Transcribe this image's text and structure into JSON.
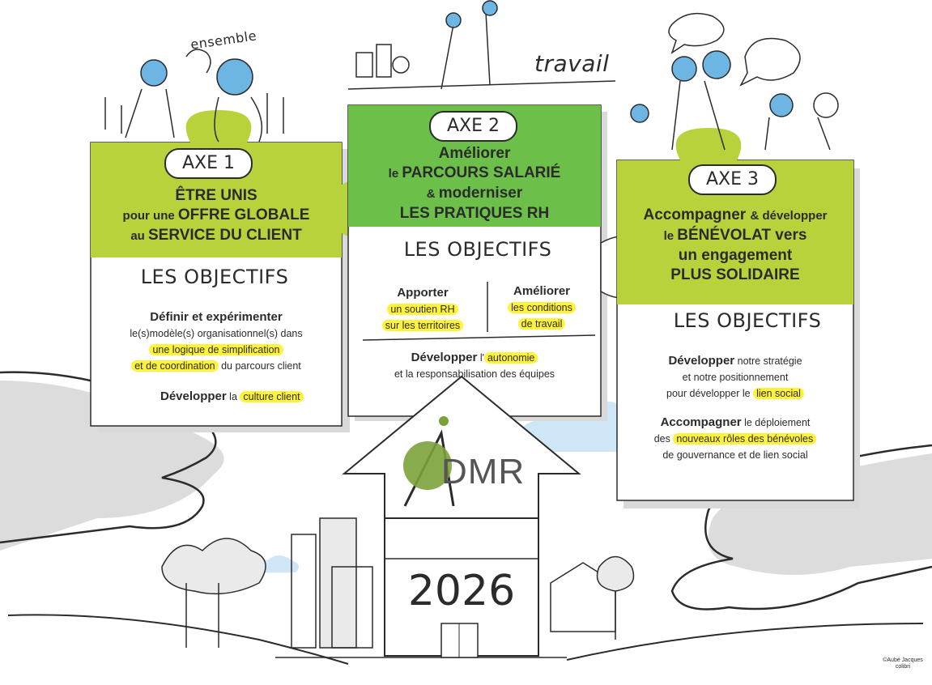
{
  "top_words": {
    "ensemble": "ensemble",
    "travail": "travail"
  },
  "axe1": {
    "label": "AXE 1",
    "title_1": "ÊTRE UNIS",
    "title_2a": "pour une ",
    "title_2b": "OFFRE GLOBALE",
    "title_3a": "au ",
    "title_3b": "SERVICE DU CLIENT",
    "objectifs": "LES OBJECTIFS",
    "obj1_lead": "Définir et expérimenter",
    "obj1_l2": "le(s)modèle(s) organisationnel(s) dans",
    "obj1_hl1": "une logique de simplification",
    "obj1_hl2": "et de coordination",
    "obj1_l4": " du parcours client",
    "obj2_lead": "Développer",
    "obj2_mid": " la ",
    "obj2_hl": "culture client"
  },
  "axe2": {
    "label": "AXE 2",
    "title_1": "Améliorer",
    "title_2a": "le ",
    "title_2b": "PARCOURS SALARIÉ",
    "title_3a": "& ",
    "title_3b": "moderniser",
    "title_4": "LES PRATIQUES RH",
    "objectifs": "LES OBJECTIFS",
    "left_lead": "Apporter",
    "left_hl1": "un soutien RH",
    "left_hl2": "sur les territoires",
    "right_lead": "Améliorer",
    "right_hl1": "les conditions",
    "right_hl2": "de travail",
    "bottom_lead": "Développer",
    "bottom_mid": " l'",
    "bottom_hl": "autonomie",
    "bottom_l2": "et la responsabilisation des équipes"
  },
  "axe3": {
    "label": "AXE 3",
    "title_1a": "Accompagner ",
    "title_1b": "& développer",
    "title_2a": "le ",
    "title_2b": "BÉNÉVOLAT",
    "title_2c": " vers",
    "title_3": "un engagement",
    "title_4": "PLUS SOLIDAIRE",
    "objectifs": "LES OBJECTIFS",
    "obj1_lead": "Développer",
    "obj1_l1": " notre stratégie",
    "obj1_l2": "et notre positionnement",
    "obj1_l3": "pour développer le ",
    "obj1_hl": "lien social",
    "obj2_lead": "Accompagner",
    "obj2_l1": " le déploiement",
    "obj2_l2a": "des ",
    "obj2_hl": "nouveaux rôles des bénévoles",
    "obj2_l3": "de gouvernance et de lien social"
  },
  "logo": {
    "text": "DMR"
  },
  "year": "2026",
  "signature": "©Aubé Jacques colibri",
  "colors": {
    "green_light": "#b8d23c",
    "green_dark": "#6cc04a",
    "highlight": "#fff23a",
    "ink": "#2b2b2b",
    "shadow": "#d9d9d9",
    "sky_blue": "#cfe6f7",
    "face_blue": "#6db5e2",
    "logo_green": "#7aa23a"
  }
}
